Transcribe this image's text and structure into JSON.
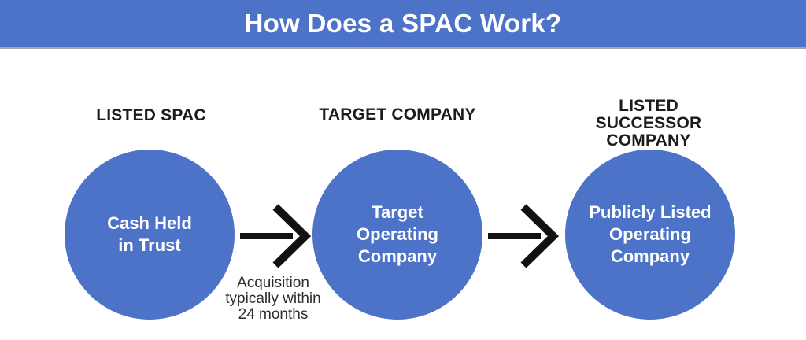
{
  "header": {
    "title": "How Does a SPAC Work?"
  },
  "stages": [
    {
      "label": "LISTED SPAC",
      "circle_text": "Cash Held\nin Trust"
    },
    {
      "label": "TARGET COMPANY",
      "circle_text": "Target\nOperating\nCompany"
    },
    {
      "label": "LISTED SUCCESSOR\nCOMPANY",
      "circle_text": "Publicly Listed\nOperating\nCompany"
    }
  ],
  "flow": {
    "acquisition_note": "Acquisition\ntypically within\n24 months"
  },
  "icons": [
    "arrow-right-icon",
    "arrow-right-icon"
  ],
  "colors": {
    "primary_blue": "#4C73C8",
    "banner_text": "#ffffff",
    "banner_border": "#a6a6a6",
    "circle_text": "#ffffff",
    "label_text": "#1b1b1b",
    "note_text": "#2d2d2d",
    "arrow": "#111111",
    "background": "#ffffff"
  }
}
